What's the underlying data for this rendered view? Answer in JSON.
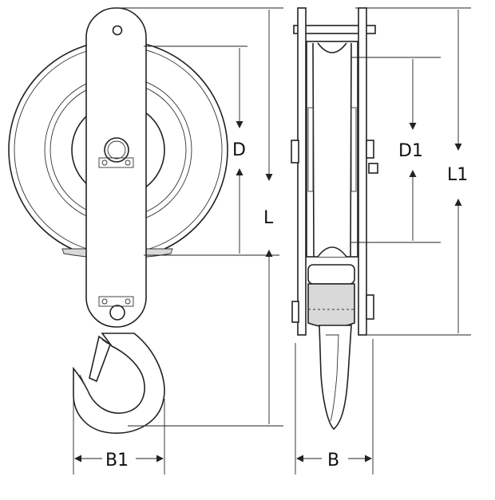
{
  "labels": {
    "D": "D",
    "L": "L",
    "B1": "B1",
    "D1": "D1",
    "L1": "L1",
    "B": "B"
  },
  "colors": {
    "line": "#222222",
    "background": "#ffffff",
    "shade": "#d9d9d9"
  }
}
